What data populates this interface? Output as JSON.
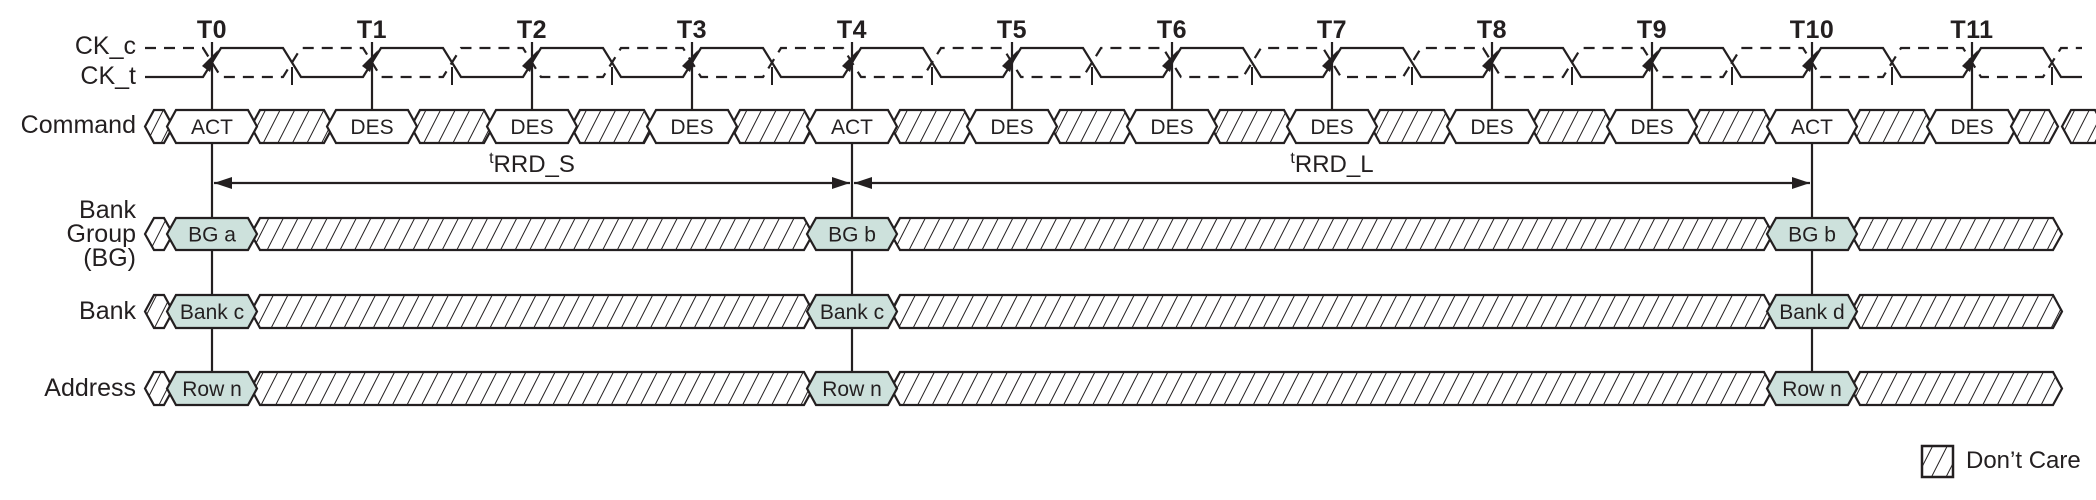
{
  "diagram": {
    "colors": {
      "ink": "#231f20",
      "bubble_fill": "#cde1dc",
      "background": "#ffffff"
    },
    "clock": {
      "labels": {
        "ck_c": "CK_c",
        "ck_t": "CK_t"
      },
      "ticks": [
        "T0",
        "T1",
        "T2",
        "T3",
        "T4",
        "T5",
        "T6",
        "T7",
        "T8",
        "T9",
        "T10",
        "T11"
      ]
    },
    "command": {
      "label": "Command",
      "sequence": [
        "ACT",
        "DES",
        "DES",
        "DES",
        "ACT",
        "DES",
        "DES",
        "DES",
        "DES",
        "DES",
        "ACT",
        "DES"
      ]
    },
    "annotations": [
      {
        "prefix": "t",
        "label": "RRD_S",
        "from_tick": 0,
        "to_tick": 4
      },
      {
        "prefix": "t",
        "label": "RRD_L",
        "from_tick": 4,
        "to_tick": 10
      }
    ],
    "lanes": [
      {
        "id": "bank-group",
        "label_lines": [
          "Bank",
          "Group",
          "(BG)"
        ],
        "bubbles": [
          {
            "tick": 0,
            "text": "BG a"
          },
          {
            "tick": 4,
            "text": "BG b"
          },
          {
            "tick": 10,
            "text": "BG b"
          }
        ]
      },
      {
        "id": "bank",
        "label_lines": [
          "Bank"
        ],
        "bubbles": [
          {
            "tick": 0,
            "text": "Bank c"
          },
          {
            "tick": 4,
            "text": "Bank c"
          },
          {
            "tick": 10,
            "text": "Bank d"
          }
        ]
      },
      {
        "id": "address",
        "label_lines": [
          "Address"
        ],
        "bubbles": [
          {
            "tick": 0,
            "text": "Row n"
          },
          {
            "tick": 4,
            "text": "Row n"
          },
          {
            "tick": 10,
            "text": "Row n"
          }
        ]
      }
    ],
    "legend": {
      "label": "Don’t Care"
    }
  }
}
